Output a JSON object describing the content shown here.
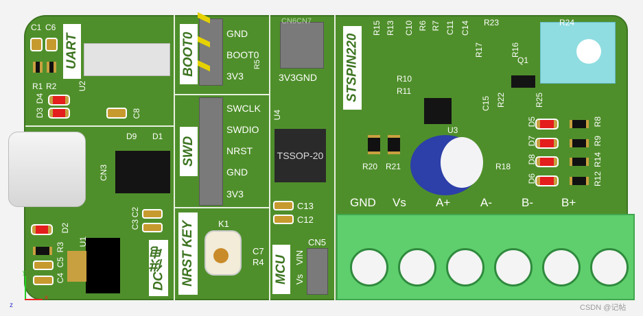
{
  "section_labels": {
    "uart": "UART",
    "boot0": "BOOT0",
    "swd": "SWD",
    "nrst_key": "NRST KEY",
    "dc": "DC供电",
    "mcu": "MCU",
    "stspin": "STSPIN220"
  },
  "boot0_pins": [
    "GND",
    "BOOT0",
    "3V3"
  ],
  "swd_pins": [
    "SWCLK",
    "SWDIO",
    "NRST",
    "GND",
    "3V3"
  ],
  "jumper_labels": {
    "top": "CN6CN7",
    "bottom": "3V3GND"
  },
  "mcu_pins": [
    "Vs",
    "VIN"
  ],
  "chip_text": "TSSOP-20",
  "terminal_labels": [
    "GND",
    "Vs",
    "A+",
    "A-",
    "B-",
    "B+"
  ],
  "designators": [
    "C1",
    "C6",
    "R1",
    "R2",
    "D4",
    "D3",
    "U2",
    "C8",
    "D9",
    "D1",
    "CN3",
    "C3",
    "C2",
    "D2",
    "U1",
    "R3",
    "C5",
    "C4",
    "R5",
    "U4",
    "C13",
    "C12",
    "K1",
    "C7",
    "R4",
    "CN5",
    "R15",
    "R13",
    "C10",
    "R6",
    "R7",
    "C11",
    "C14",
    "R23",
    "R17",
    "R16",
    "Q1",
    "R10",
    "R11",
    "C15",
    "R22",
    "R25",
    "U3",
    "R20",
    "R21",
    "R18",
    "D5",
    "D7",
    "D8",
    "D6",
    "R8",
    "R9",
    "R14",
    "R12",
    "R24"
  ],
  "axes": {
    "x": "x",
    "y": "y",
    "z": "z"
  },
  "watermark": "CSDN @记帖",
  "colors": {
    "board": "#4f8f2b",
    "silk": "#ffffff",
    "terminal": "#5fcf6e"
  }
}
